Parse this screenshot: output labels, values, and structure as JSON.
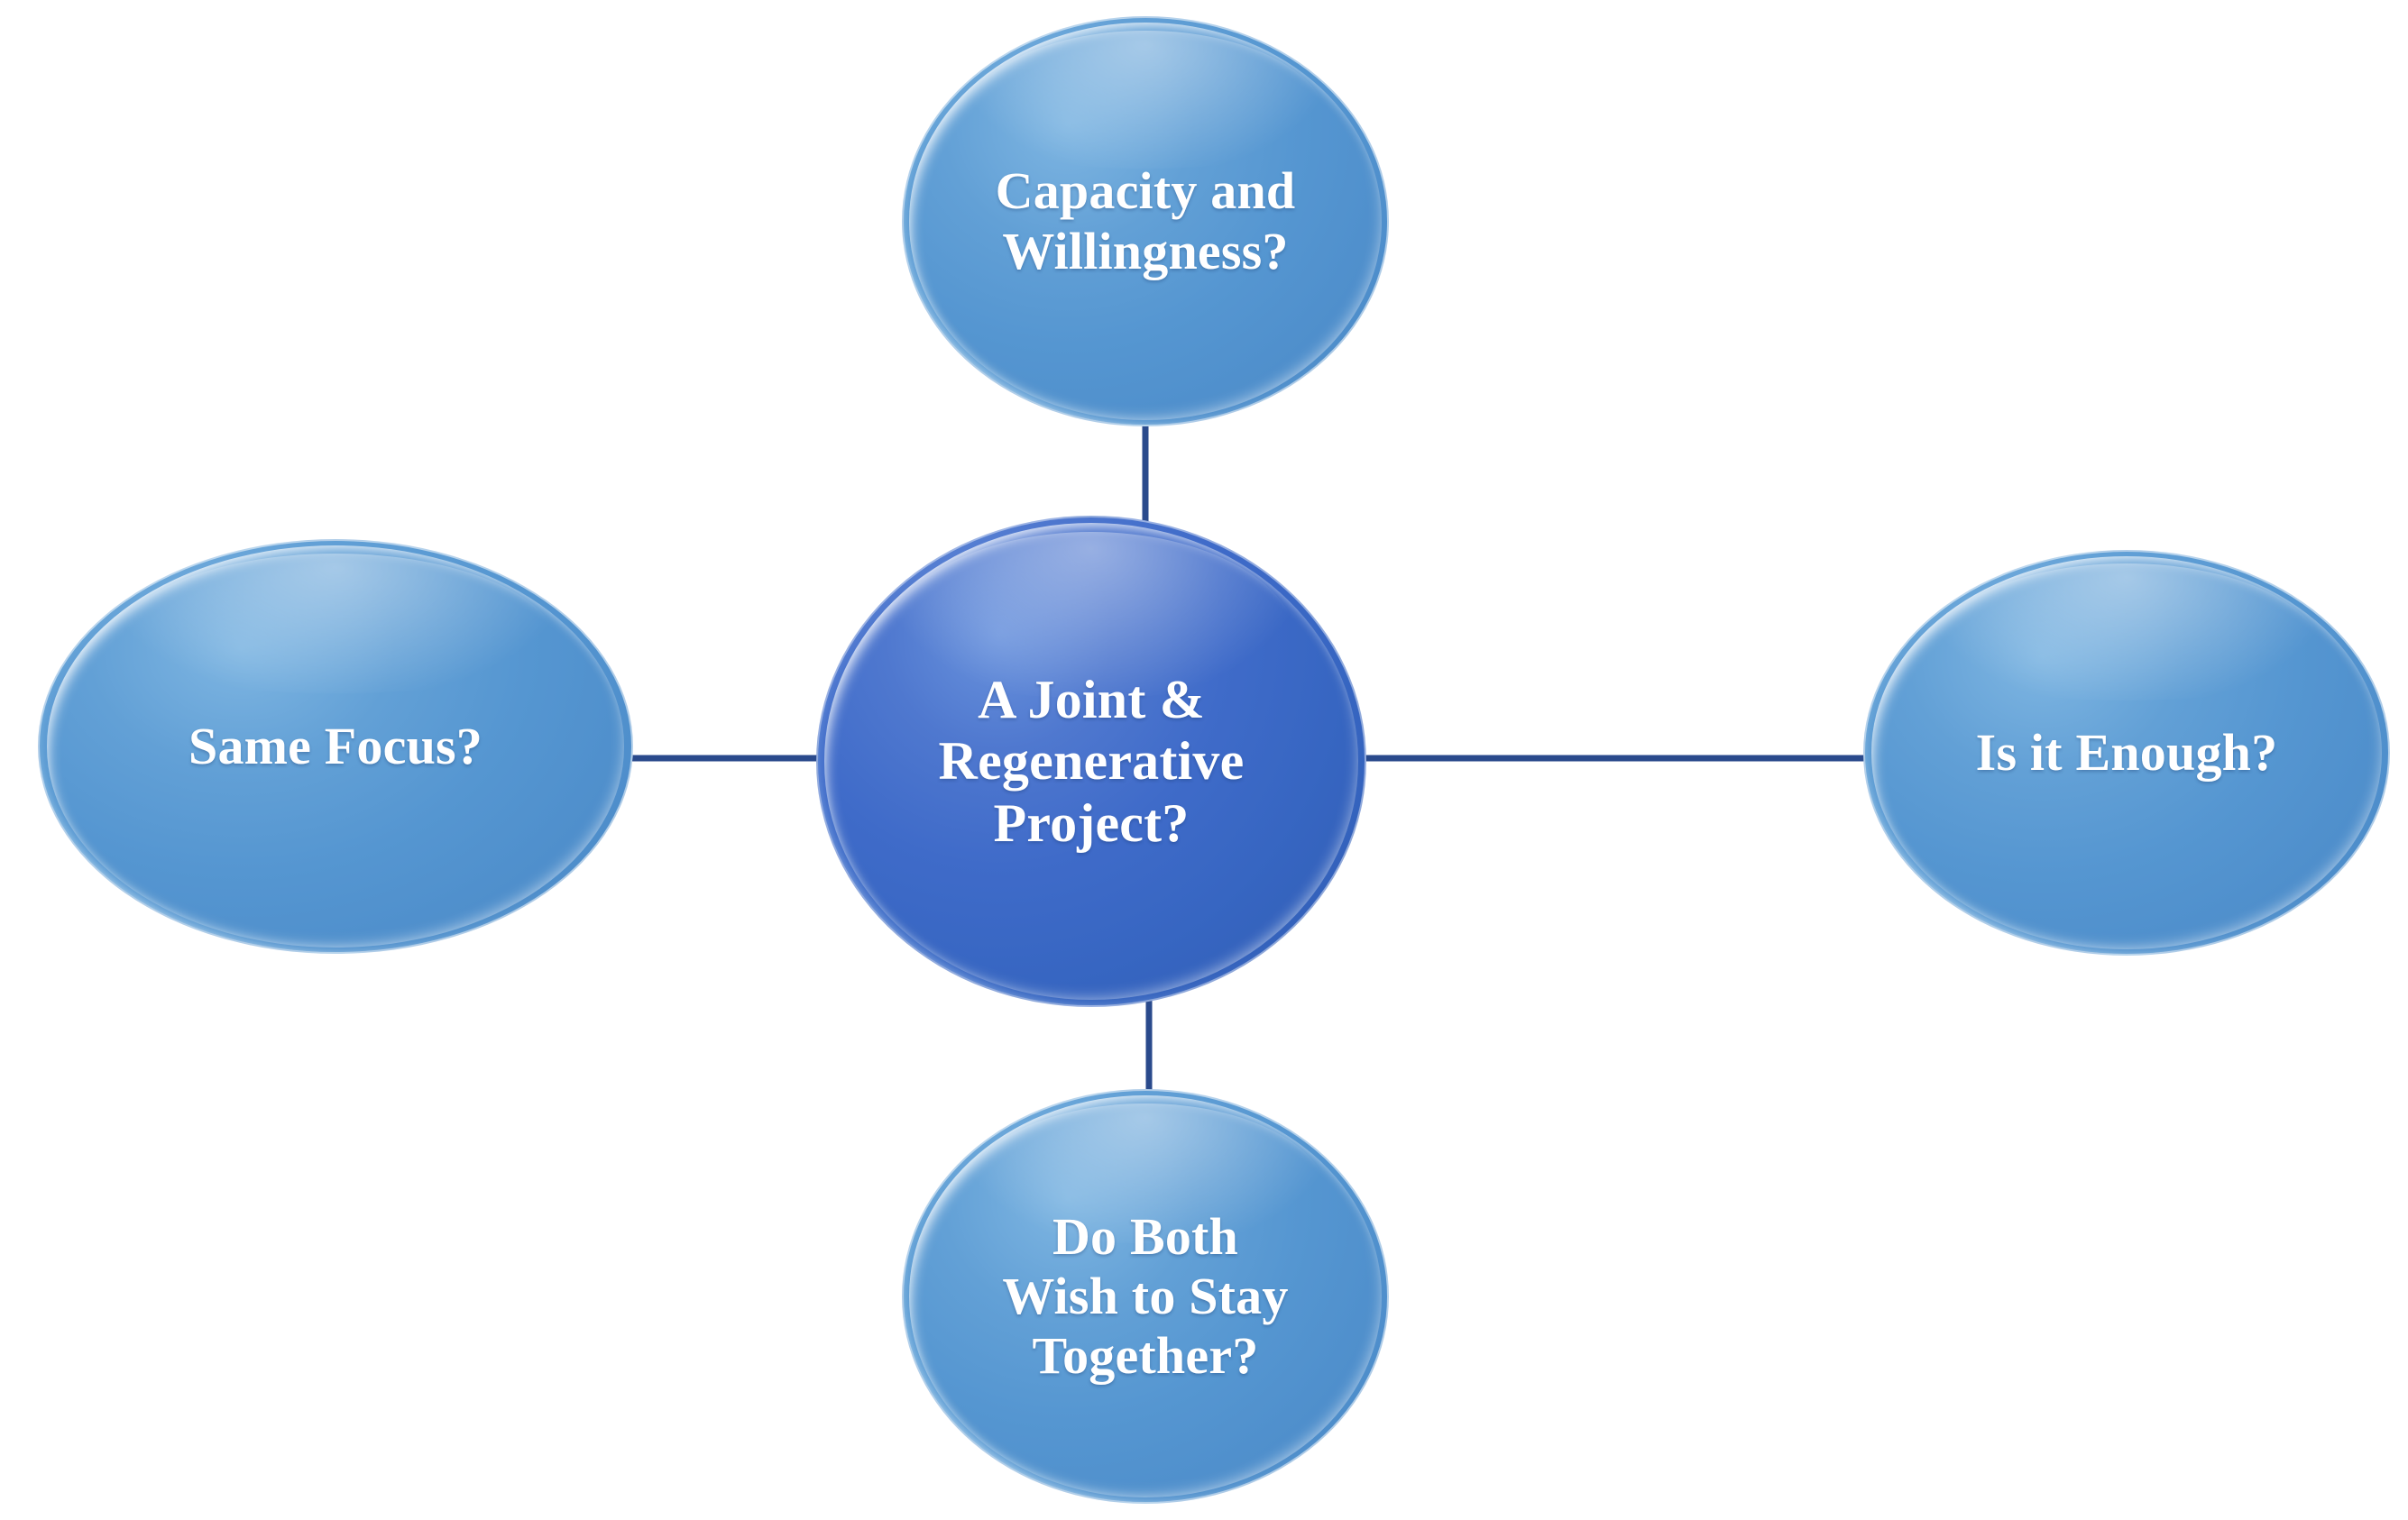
{
  "diagram": {
    "type": "radial-hub-and-spoke",
    "background_color": "#ffffff",
    "text_color": "#ffffff",
    "connector_color": "#2a4a8c",
    "center_color": "#3b6cc9",
    "satellite_color": "#5a9ad4",
    "center": {
      "id": "joint-regenerative-project",
      "label": "A Joint &\nRegenerative\nProject?",
      "plain_label": "A Joint & Regenerative Project?"
    },
    "nodes": [
      {
        "id": "capacity-and-willingness",
        "position": "top",
        "label": "Capacity and\nWillingness?",
        "plain_label": "Capacity and Willingness?"
      },
      {
        "id": "is-it-enough",
        "position": "right",
        "label": "Is it Enough?",
        "plain_label": "Is it Enough?"
      },
      {
        "id": "do-both-wish-to-stay-together",
        "position": "bottom",
        "label": "Do Both\nWish to Stay\nTogether?",
        "plain_label": "Do Both Wish to Stay Together?"
      },
      {
        "id": "same-focus",
        "position": "left",
        "label": "Same Focus?",
        "plain_label": "Same Focus?"
      }
    ],
    "connectors": [
      {
        "id": "center-to-top",
        "from": "center",
        "to": "capacity-and-willingness"
      },
      {
        "id": "center-to-right",
        "from": "center",
        "to": "is-it-enough"
      },
      {
        "id": "center-to-bottom",
        "from": "center",
        "to": "do-both-wish-to-stay-together"
      },
      {
        "id": "center-to-left",
        "from": "center",
        "to": "same-focus"
      }
    ]
  }
}
